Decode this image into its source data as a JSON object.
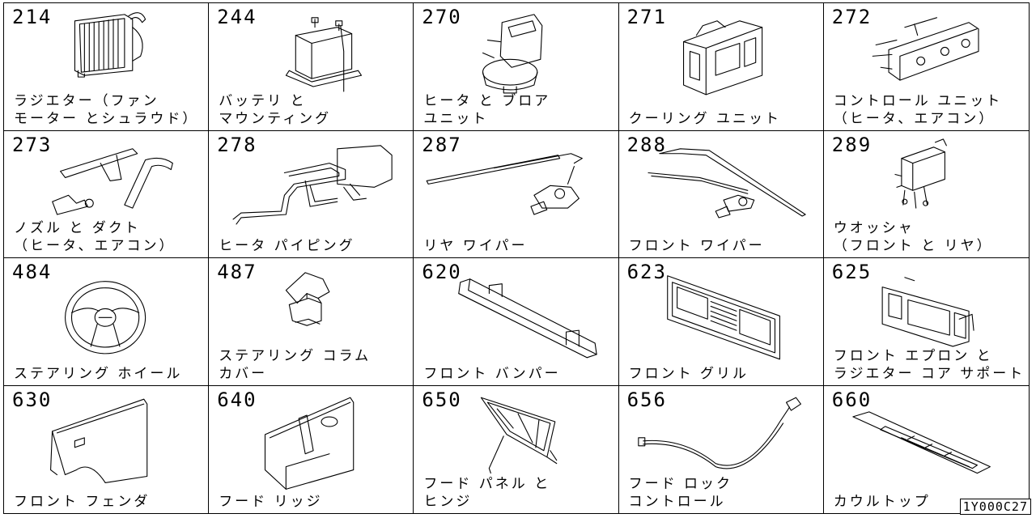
{
  "drawing_id": "1Y000C27",
  "parts": [
    {
      "code": "214",
      "name": "ラジエター（ファン\nモーター とシュラウド）",
      "icon": "radiator-icon"
    },
    {
      "code": "244",
      "name": "バッテリ と\nマウンティング",
      "icon": "battery-icon"
    },
    {
      "code": "270",
      "name": "ヒータ と ブロア\nユニット",
      "icon": "heater-blower-icon"
    },
    {
      "code": "271",
      "name": "クーリング ユニット",
      "icon": "cooling-unit-icon"
    },
    {
      "code": "272",
      "name": "コントロール ユニット\n（ヒータ、エアコン）",
      "icon": "control-unit-icon"
    },
    {
      "code": "273",
      "name": "ノズル と ダクト\n（ヒータ、エアコン）",
      "icon": "nozzle-duct-icon"
    },
    {
      "code": "278",
      "name": "ヒータ パイピング",
      "icon": "heater-piping-icon"
    },
    {
      "code": "287",
      "name": "リヤ ワイパー",
      "icon": "rear-wiper-icon"
    },
    {
      "code": "288",
      "name": "フロント ワイパー",
      "icon": "front-wiper-icon"
    },
    {
      "code": "289",
      "name": "ウオッシャ\n（フロント と リヤ）",
      "icon": "washer-icon"
    },
    {
      "code": "484",
      "name": "ステアリング ホイール",
      "icon": "steering-wheel-icon"
    },
    {
      "code": "487",
      "name": "ステアリング コラム\nカバー",
      "icon": "column-cover-icon"
    },
    {
      "code": "620",
      "name": "フロント バンパー",
      "icon": "front-bumper-icon"
    },
    {
      "code": "623",
      "name": "フロント グリル",
      "icon": "front-grille-icon"
    },
    {
      "code": "625",
      "name": "フロント エプロン と\nラジエター コア サポート",
      "icon": "apron-support-icon"
    },
    {
      "code": "630",
      "name": "フロント フェンダ",
      "icon": "front-fender-icon"
    },
    {
      "code": "640",
      "name": "フード リッジ",
      "icon": "hood-ledge-icon"
    },
    {
      "code": "650",
      "name": "フード パネル と\nヒンジ",
      "icon": "hood-panel-icon"
    },
    {
      "code": "656",
      "name": "フード ロック\nコントロール",
      "icon": "hood-lock-icon"
    },
    {
      "code": "660",
      "name": "カウルトップ",
      "icon": "cowl-top-icon"
    }
  ]
}
